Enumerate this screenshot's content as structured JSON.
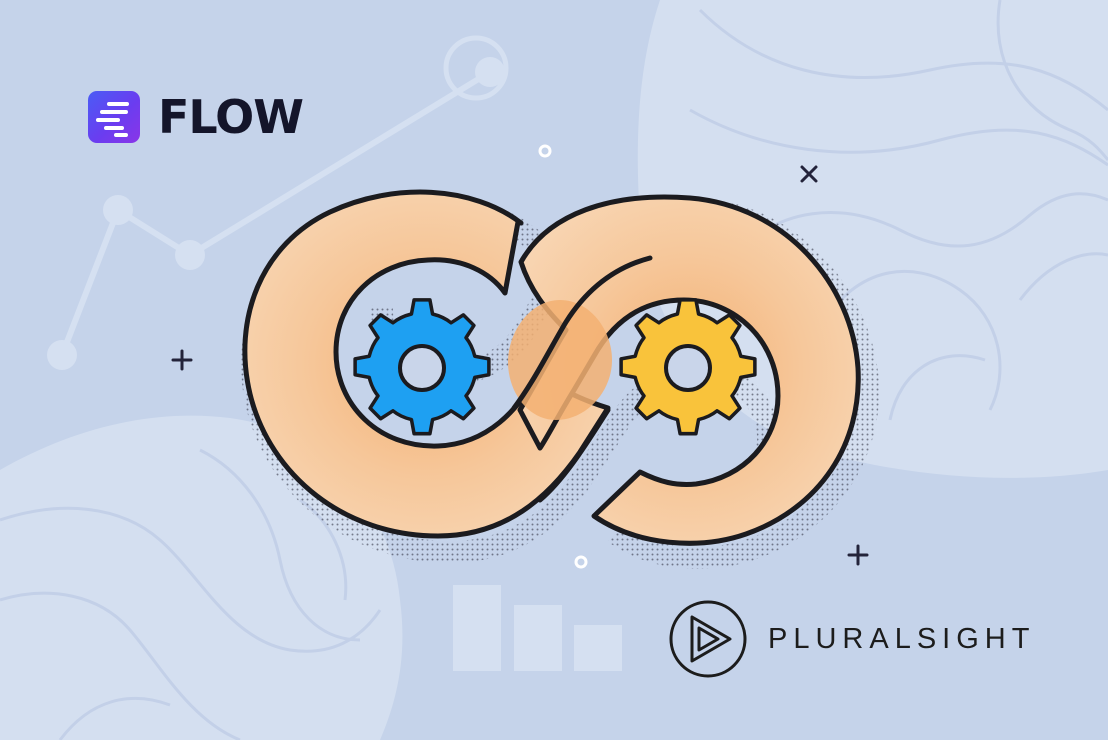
{
  "brand_left": {
    "name": "FLOW",
    "icon": "flow-lines-icon",
    "color": "#5b4cf2"
  },
  "brand_right": {
    "name": "PLURALSIGHT",
    "icon": "pluralsight-play-icon"
  },
  "illustration": {
    "subject": "infinity-loop-with-gears",
    "loop_color": "#f6c79a",
    "gear_left_color": "#1ea0f2",
    "gear_right_color": "#f9c33b",
    "background_color": "#c5d3ea",
    "decorations": [
      "plus-icon",
      "plus-icon",
      "cross-icon",
      "ring-icon",
      "ring-icon"
    ]
  }
}
